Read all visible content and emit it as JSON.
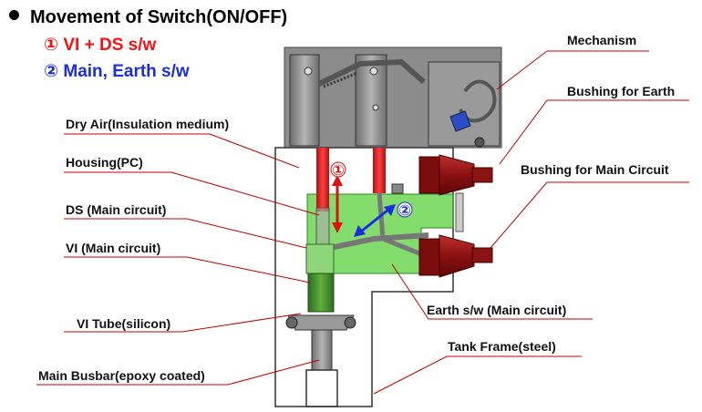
{
  "header": {
    "title": "Movement of Switch(ON/OFF)",
    "item1": "① VI + DS  s/w",
    "item2": "② Main, Earth s/w"
  },
  "labels": {
    "mechanism": "Mechanism",
    "bushing_earth": "Bushing for Earth",
    "bushing_main": "Bushing for Main Circuit",
    "dry_air": "Dry Air(Insulation medium)",
    "housing": "Housing(PC)",
    "ds": "DS (Main circuit)",
    "vi": "VI (Main circuit)",
    "vi_tube": "VI Tube(silicon)",
    "earth_sw": "Earth s/w (Main circuit)",
    "tank_frame": "Tank Frame(steel)",
    "main_busbar": "Main Busbar(epoxy coated)"
  },
  "markers": {
    "m1": "①",
    "m2": "②"
  },
  "colors": {
    "title_red": "#ff1010",
    "title_blue": "#1a2ee0",
    "leader_red": "#c00000",
    "gas_green": "#5ad13c",
    "bushing_red": "#a01818"
  }
}
